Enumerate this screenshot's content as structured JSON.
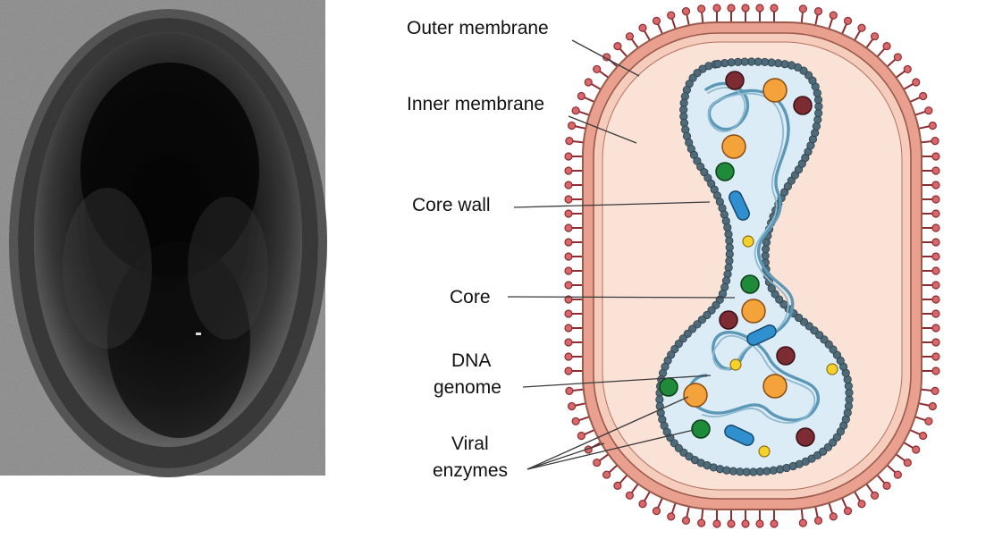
{
  "labels": {
    "outer_membrane": "Outer membrane",
    "inner_membrane": "Inner membrane",
    "core_wall": "Core wall",
    "core": "Core",
    "dna_genome_line1": "DNA",
    "dna_genome_line2": "genome",
    "viral_enzymes_line1": "Viral",
    "viral_enzymes_line2": "enzymes"
  },
  "colors": {
    "outer_membrane": "#e9a08f",
    "spike": "#d9686a",
    "spike_stroke": "#8c2d33",
    "virion_fill": "#fbe2d6",
    "core_wall": "#4f6b7a",
    "core_fill": "#dcecf6",
    "dna_strand": "#5b97b6",
    "enzyme_orange": "#f4a23a",
    "enzyme_maroon": "#7e2c34",
    "enzyme_green": "#1f8a3a",
    "enzyme_yellow": "#f6d12b",
    "enzyme_blue": "#2f8fcf"
  }
}
